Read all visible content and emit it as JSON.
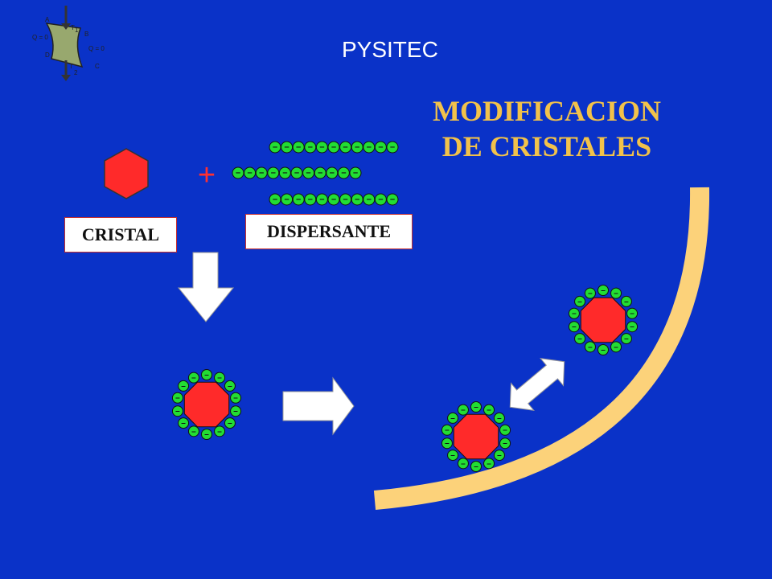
{
  "header": {
    "title": "PYSITEC"
  },
  "main_title": {
    "line1": "MODIFICACION",
    "line2": "DE CRISTALES"
  },
  "labels": {
    "cristal": "CRISTAL",
    "dispersante": "DISPERSANTE"
  },
  "plus_sign": "+",
  "charge_symbol": "–",
  "logo": {
    "corner_a": "A",
    "corner_b": "B",
    "corner_c": "C",
    "corner_d": "D",
    "heat_left": "Q = 0",
    "heat_right": "Q = 0",
    "t1": "T",
    "t1_sub": "1",
    "t2": "T",
    "t2_sub": "2"
  },
  "colors": {
    "background": "#0a32c8",
    "crystal": "#ff2a2a",
    "dispersant": "#22dd33",
    "wall": "#fcd27a",
    "title": "#f2c24a"
  }
}
